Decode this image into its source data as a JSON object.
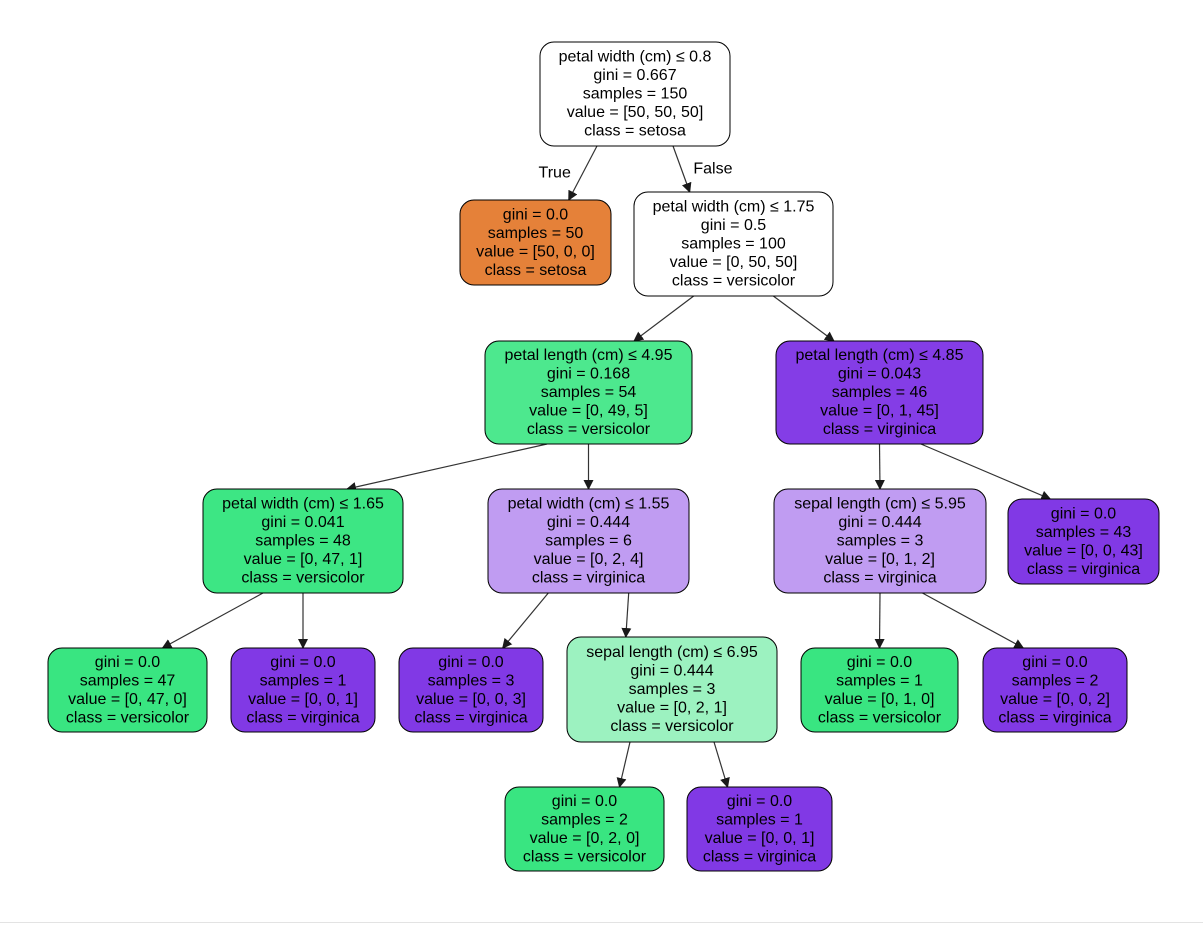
{
  "tree": {
    "nodes": [
      {
        "id": "n0",
        "lines": [
          "petal width (cm) ≤ 0.8",
          "gini = 0.667",
          "samples = 150",
          "value = [50, 50, 50]",
          "class = setosa"
        ],
        "fill": "#ffffff"
      },
      {
        "id": "n1",
        "lines": [
          "gini = 0.0",
          "samples = 50",
          "value = [50, 0, 0]",
          "class = setosa"
        ],
        "fill": "#e58139"
      },
      {
        "id": "n2",
        "lines": [
          "petal width (cm) ≤ 1.75",
          "gini = 0.5",
          "samples = 100",
          "value = [0, 50, 50]",
          "class = versicolor"
        ],
        "fill": "#ffffff"
      },
      {
        "id": "n3",
        "lines": [
          "petal length (cm) ≤ 4.95",
          "gini = 0.168",
          "samples = 54",
          "value = [0, 49, 5]",
          "class = versicolor"
        ],
        "fill": "#4de88e"
      },
      {
        "id": "n4",
        "lines": [
          "petal length (cm) ≤ 4.85",
          "gini = 0.043",
          "samples = 46",
          "value = [0, 1, 45]",
          "class = virginica"
        ],
        "fill": "#843de6"
      },
      {
        "id": "n5",
        "lines": [
          "petal width (cm) ≤ 1.65",
          "gini = 0.041",
          "samples = 48",
          "value = [0, 47, 1]",
          "class = versicolor"
        ],
        "fill": "#3de684"
      },
      {
        "id": "n6",
        "lines": [
          "petal width (cm) ≤ 1.55",
          "gini = 0.444",
          "samples = 6",
          "value = [0, 2, 4]",
          "class = virginica"
        ],
        "fill": "#c09cf2"
      },
      {
        "id": "n7",
        "lines": [
          "sepal length (cm) ≤ 5.95",
          "gini = 0.444",
          "samples = 3",
          "value = [0, 1, 2]",
          "class = virginica"
        ],
        "fill": "#c09cf2"
      },
      {
        "id": "n8",
        "lines": [
          "gini = 0.0",
          "samples = 43",
          "value = [0, 0, 43]",
          "class = virginica"
        ],
        "fill": "#8139e5"
      },
      {
        "id": "n9",
        "lines": [
          "gini = 0.0",
          "samples = 47",
          "value = [0, 47, 0]",
          "class = versicolor"
        ],
        "fill": "#39e581"
      },
      {
        "id": "n10",
        "lines": [
          "gini = 0.0",
          "samples = 1",
          "value = [0, 0, 1]",
          "class = virginica"
        ],
        "fill": "#8139e5"
      },
      {
        "id": "n11",
        "lines": [
          "gini = 0.0",
          "samples = 3",
          "value = [0, 0, 3]",
          "class = virginica"
        ],
        "fill": "#8139e5"
      },
      {
        "id": "n12",
        "lines": [
          "sepal length (cm) ≤ 6.95",
          "gini = 0.444",
          "samples = 3",
          "value = [0, 2, 1]",
          "class = versicolor"
        ],
        "fill": "#9cf2c0"
      },
      {
        "id": "n13",
        "lines": [
          "gini = 0.0",
          "samples = 1",
          "value = [0, 1, 0]",
          "class = versicolor"
        ],
        "fill": "#39e581"
      },
      {
        "id": "n14",
        "lines": [
          "gini = 0.0",
          "samples = 2",
          "value = [0, 0, 2]",
          "class = virginica"
        ],
        "fill": "#8139e5"
      },
      {
        "id": "n15",
        "lines": [
          "gini = 0.0",
          "samples = 2",
          "value = [0, 2, 0]",
          "class = versicolor"
        ],
        "fill": "#39e581"
      },
      {
        "id": "n16",
        "lines": [
          "gini = 0.0",
          "samples = 1",
          "value = [0, 0, 1]",
          "class = virginica"
        ],
        "fill": "#8139e5"
      }
    ],
    "edges": [
      {
        "from": "n0",
        "to": "n1",
        "label": "True"
      },
      {
        "from": "n0",
        "to": "n2",
        "label": "False"
      },
      {
        "from": "n2",
        "to": "n3"
      },
      {
        "from": "n2",
        "to": "n4"
      },
      {
        "from": "n3",
        "to": "n5"
      },
      {
        "from": "n3",
        "to": "n6"
      },
      {
        "from": "n4",
        "to": "n7"
      },
      {
        "from": "n4",
        "to": "n8"
      },
      {
        "from": "n5",
        "to": "n9"
      },
      {
        "from": "n5",
        "to": "n10"
      },
      {
        "from": "n6",
        "to": "n11"
      },
      {
        "from": "n6",
        "to": "n12"
      },
      {
        "from": "n7",
        "to": "n13"
      },
      {
        "from": "n7",
        "to": "n14"
      },
      {
        "from": "n12",
        "to": "n15"
      },
      {
        "from": "n12",
        "to": "n16"
      }
    ],
    "stroke_color": "#000000",
    "edge_color": "#333333"
  }
}
